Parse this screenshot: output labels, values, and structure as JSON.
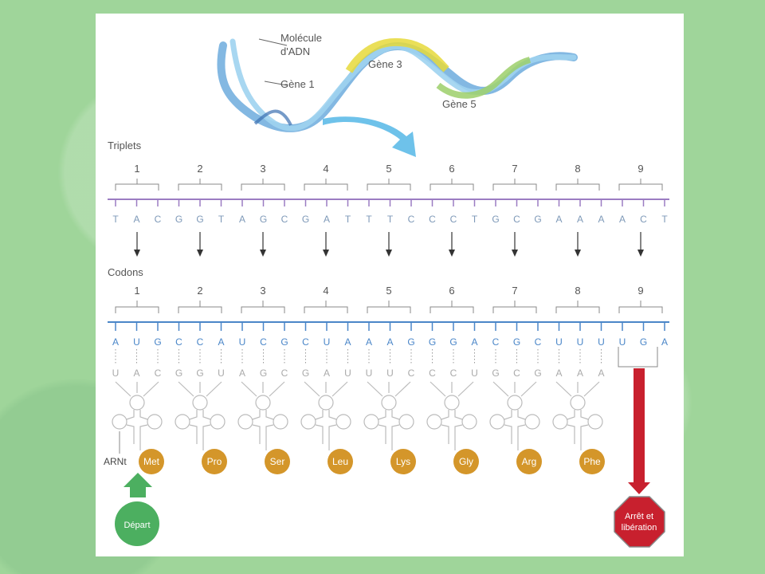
{
  "dna": {
    "molecule_label_1": "Molécule",
    "molecule_label_2": "d'ADN",
    "gene1": "Gène 1",
    "gene3": "Gène 3",
    "gene5": "Gène 5"
  },
  "triplets": {
    "title": "Triplets",
    "numbers": [
      "1",
      "2",
      "3",
      "4",
      "5",
      "6",
      "7",
      "8",
      "9"
    ],
    "bases": [
      "T",
      "A",
      "C",
      "G",
      "G",
      "T",
      "A",
      "G",
      "C",
      "G",
      "A",
      "T",
      "T",
      "T",
      "C",
      "C",
      "C",
      "T",
      "G",
      "C",
      "G",
      "A",
      "A",
      "A",
      "A",
      "C",
      "T"
    ]
  },
  "codons": {
    "title": "Codons",
    "numbers": [
      "1",
      "2",
      "3",
      "4",
      "5",
      "6",
      "7",
      "8",
      "9"
    ],
    "bases": [
      "A",
      "U",
      "G",
      "C",
      "C",
      "A",
      "U",
      "C",
      "G",
      "C",
      "U",
      "A",
      "A",
      "A",
      "G",
      "G",
      "G",
      "A",
      "C",
      "G",
      "C",
      "U",
      "U",
      "U",
      "U",
      "G",
      "A"
    ]
  },
  "anticodons": [
    "U",
    "A",
    "C",
    "G",
    "G",
    "U",
    "A",
    "G",
    "C",
    "G",
    "A",
    "U",
    "U",
    "U",
    "C",
    "C",
    "C",
    "U",
    "G",
    "C",
    "G",
    "A",
    "A",
    "A"
  ],
  "trna_label": "ARNt",
  "amino_acids": [
    "Met",
    "Pro",
    "Ser",
    "Leu",
    "Lys",
    "Gly",
    "Arg",
    "Phe"
  ],
  "start_label": "Départ",
  "stop_label_1": "Arrêt et",
  "stop_label_2": "libération",
  "colors": {
    "dna_strand": "#9b7cc2",
    "mrna_strand": "#4a86c8",
    "amino_acid": "#d4962a",
    "start": "#4caf60",
    "stop": "#c8202e",
    "arrow": "#6ec2ea"
  }
}
